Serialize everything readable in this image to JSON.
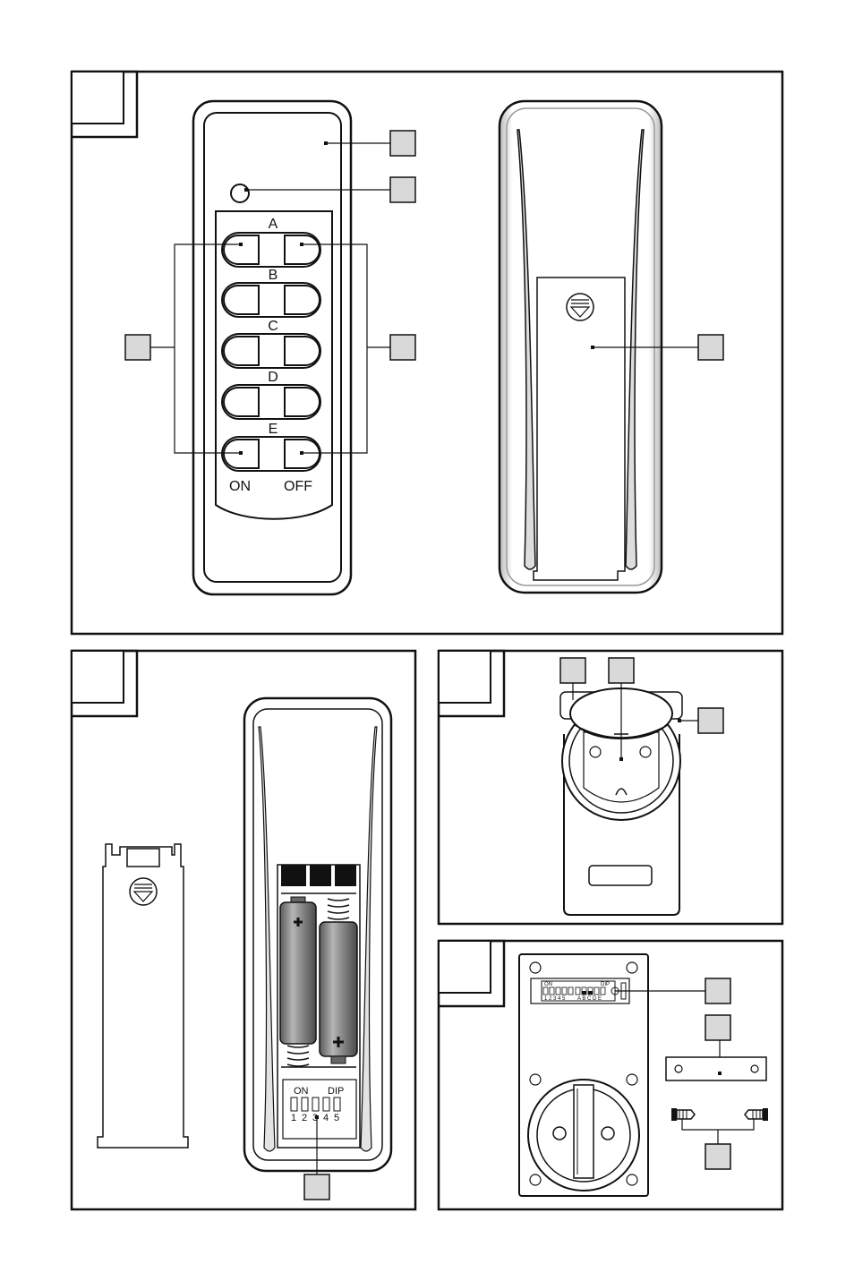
{
  "remote": {
    "rows": [
      "A",
      "B",
      "C",
      "D",
      "E"
    ],
    "on_label": "ON",
    "off_label": "OFF"
  },
  "battery_dip": {
    "on_label": "ON",
    "dip_label": "DIP",
    "switch_numbers": [
      "1",
      "2",
      "3",
      "4",
      "5"
    ]
  },
  "socket_dip": {
    "on_label": "ON",
    "dip_label": "DIP",
    "digits": "1 2 3 4 5",
    "letters": "A B C D E"
  },
  "colors": {
    "stroke": "#111111",
    "callout_fill": "#d9d9d9",
    "battery_fill": "#8a8a8a",
    "background": "#ffffff"
  }
}
